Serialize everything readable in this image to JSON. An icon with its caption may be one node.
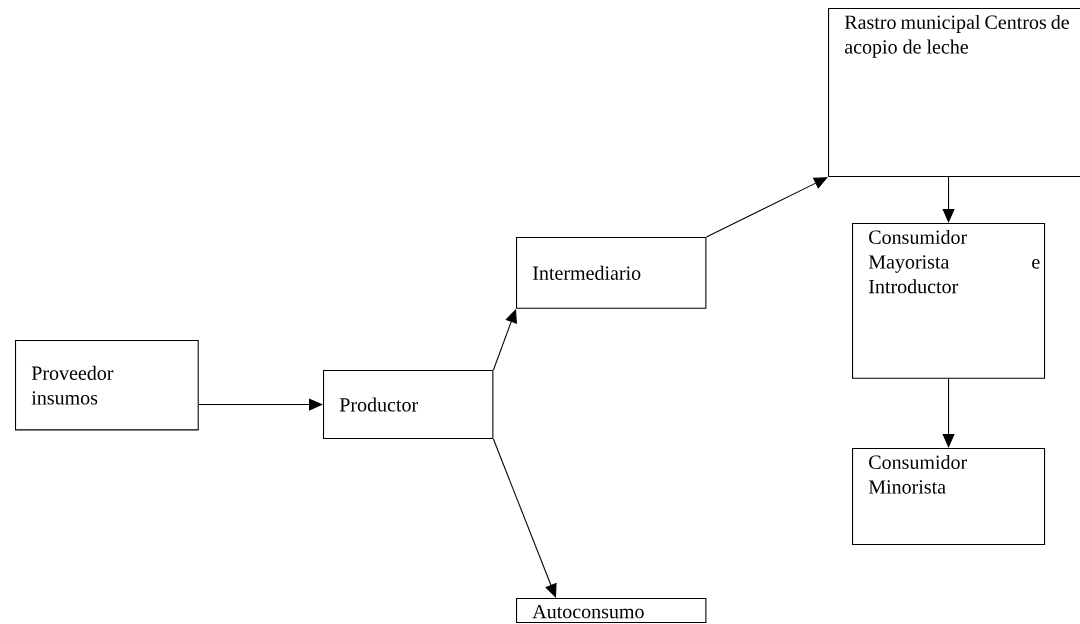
{
  "diagram": {
    "nodes": [
      {
        "text": [
          "Proveedor insumos"
        ]
      },
      {
        "text": [
          "Productor"
        ]
      },
      {
        "text": [
          "Intermediario"
        ]
      },
      {
        "text": [
          "Rastro municipal Centros de acopio de leche"
        ]
      },
      {
        "text": [
          "Consumidor Mayorista e Introductor"
        ]
      },
      {
        "text": [
          "Consumidor Minorista"
        ]
      },
      {
        "text": [
          "Autoconsumo"
        ]
      }
    ],
    "edges": [
      {
        "from": 0,
        "to": 1,
        "arrow": "to"
      },
      {
        "from": 1,
        "to": 2,
        "arrow": "to"
      },
      {
        "from": 1,
        "to": 6,
        "arrow": "to"
      },
      {
        "from": 2,
        "to": 3,
        "arrow": "to"
      },
      {
        "from": 3,
        "to": 4,
        "arrow": "to"
      },
      {
        "from": 4,
        "to": 5,
        "arrow": "to"
      }
    ]
  }
}
